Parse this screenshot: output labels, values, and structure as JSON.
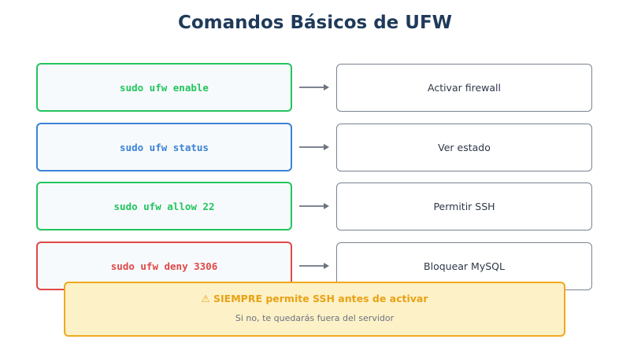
{
  "header": {
    "title": "Comandos Básicos de UFW"
  },
  "commands": [
    {
      "command": "sudo ufw enable",
      "description": "Activar firewall",
      "color": "#22c55e"
    },
    {
      "command": "sudo ufw status",
      "description": "Ver estado",
      "color": "#3b82d6"
    },
    {
      "command": "sudo ufw allow 22",
      "description": "Permitir SSH",
      "color": "#22c55e"
    },
    {
      "command": "sudo ufw deny 3306",
      "description": "Bloquear MySQL",
      "color": "#e04848"
    }
  ],
  "warning": {
    "title": "⚠ SIEMPRE permite SSH antes de activar",
    "subtitle": "Si no, te quedarás fuera del servidor",
    "color": "#f0a920"
  },
  "colors": {
    "title": "#1f3a5a",
    "arrow": "#6b7280",
    "description_border": "#7a8391"
  }
}
